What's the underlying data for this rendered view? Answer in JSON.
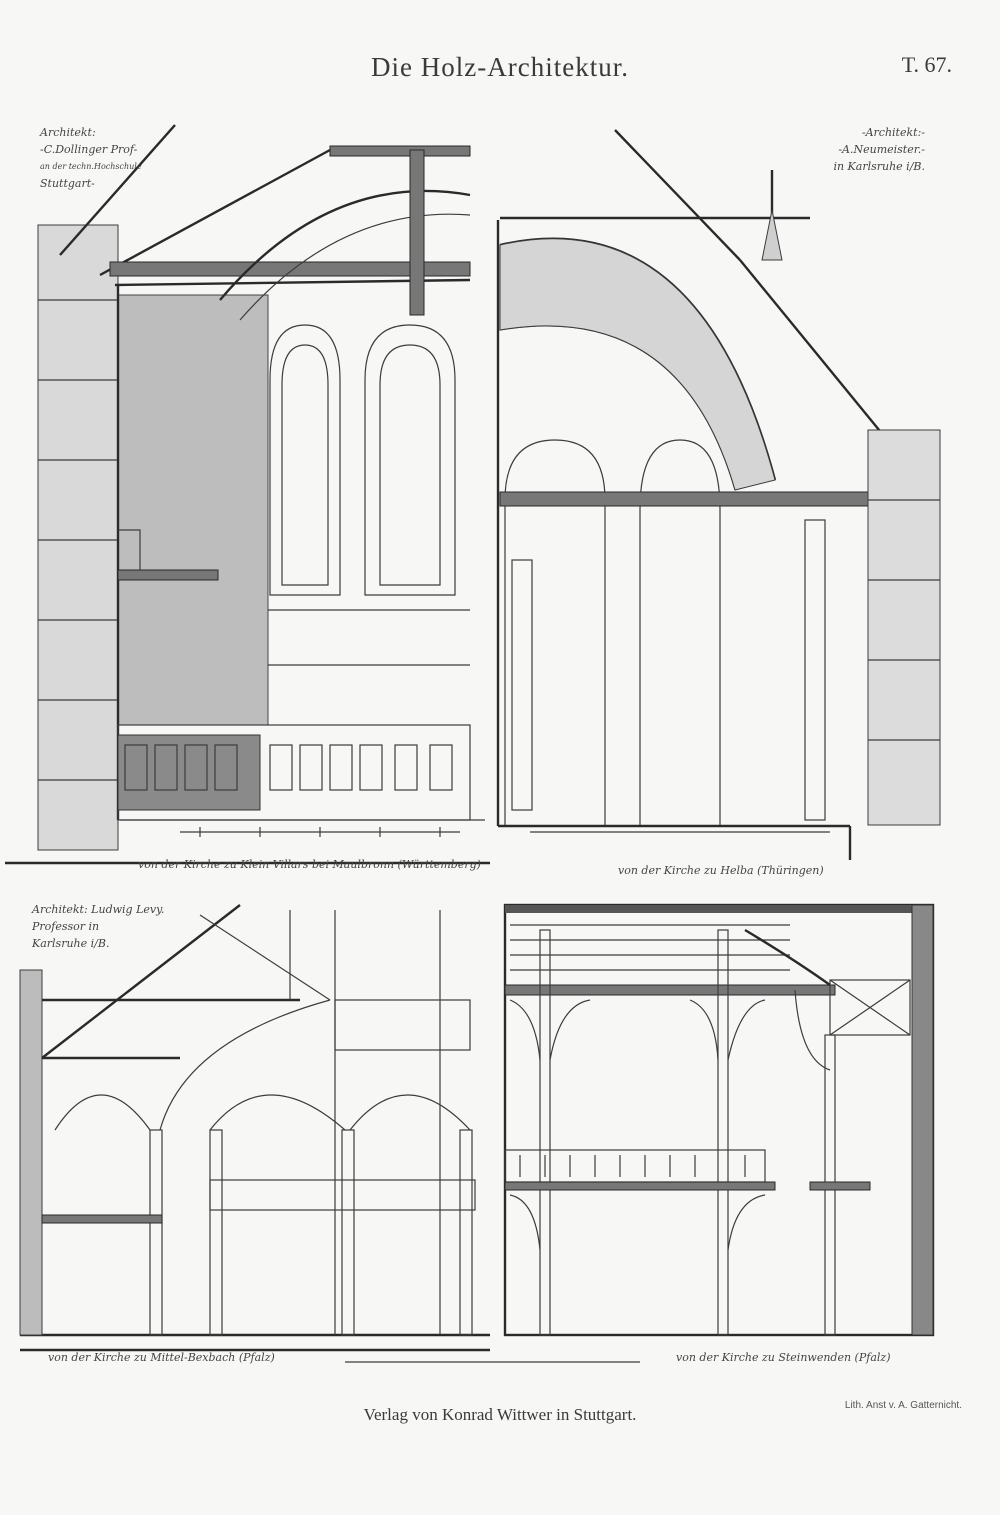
{
  "header": {
    "title": "Die Holz-Architektur.",
    "plate_number": "T. 67."
  },
  "panels": [
    {
      "id": "top-left",
      "architect_lines": [
        "Architekt:",
        "-C.Dollinger Prof-",
        "an der techn.Hochschule",
        "Stuttgart-"
      ],
      "caption": "von der Kirche zu Klein Villars bei Maulbronn (Württemberg)"
    },
    {
      "id": "top-right",
      "architect_lines": [
        "-Architekt:-",
        "-A.Neumeister.-",
        "in Karlsruhe i/B."
      ],
      "caption": "von der Kirche zu Helba (Thüringen)"
    },
    {
      "id": "bottom-left",
      "architect_lines": [
        "Architekt: Ludwig Levy.",
        "Professor in",
        "Karlsruhe i/B."
      ],
      "caption": "von der Kirche zu Mittel-Bexbach (Pfalz)"
    },
    {
      "id": "bottom-right",
      "architect_lines": [],
      "caption": "von der Kirche zu Steinwenden (Pfalz)"
    }
  ],
  "footer": {
    "publisher": "Verlag von Konrad Wittwer in Stuttgart.",
    "lithographer": "Lith. Anst v. A. Gatternicht."
  }
}
